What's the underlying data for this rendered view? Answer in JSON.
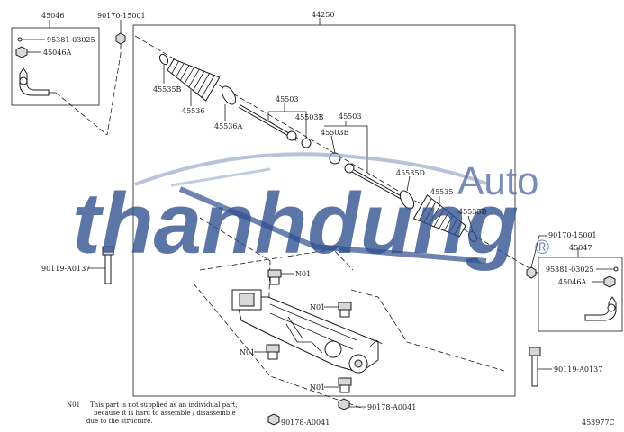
{
  "labels": {
    "lh_tie_rod_end_group": "45046",
    "lh_nut": "90170-15001",
    "pin_lh": "95381-03025",
    "lh_tie_rod_end": "45046A",
    "rack_assy": "44250",
    "clamp_lh": "45535B",
    "boot_lh": "45536",
    "clip_lh": "45536A",
    "rack_end_lh": "45503",
    "washer_lh": "45503B",
    "rack_end_rh": "45503",
    "washer_rh": "45503B",
    "clip_rh": "45535D",
    "boot_rh": "45535",
    "clamp_rh": "45535B",
    "rh_nut": "90170-15001",
    "rh_tie_rod_end_group": "45047",
    "pin_rh": "95381-03025",
    "rh_tie_rod_end": "45046A",
    "bolt_lh": "90119-A0137",
    "bolt_rh": "90119-A0137",
    "nut_lower_mid": "90178-A0041",
    "nut_lower_left": "90178-A0041",
    "n01_a": "N01",
    "n01_b": "N01",
    "n01_c": "N01",
    "n01_d": "N01",
    "note_code": "N01",
    "note_line1": "This part is not supplied as an individual part,",
    "note_line2": "because it is hard to assemble / disassemble",
    "note_line3": "due to the structure.",
    "drawing_number": "453977C"
  },
  "watermark": {
    "brand": "thanhdung",
    "auto": "Auto",
    "reg": "®",
    "color": "#2f4f8f"
  }
}
